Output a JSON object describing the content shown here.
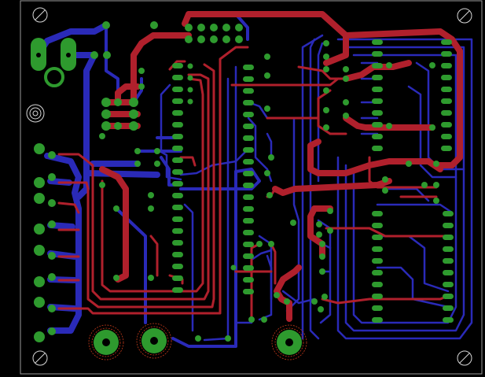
{
  "board": {
    "colors": {
      "background": "#000000",
      "outline": "#9a9a9a",
      "top_copper": "#b0202c",
      "bottom_copper": "#2a2ab8",
      "pad": "#2e9a2e",
      "hole": "#000000",
      "thermal": "#c23a1a",
      "mount_mark": "#d8d8d8"
    },
    "layers": [
      "top-copper",
      "bottom-copper",
      "pads",
      "board-outline"
    ],
    "icons": [
      "mounting-hole-icon",
      "fiducial-icon"
    ]
  }
}
